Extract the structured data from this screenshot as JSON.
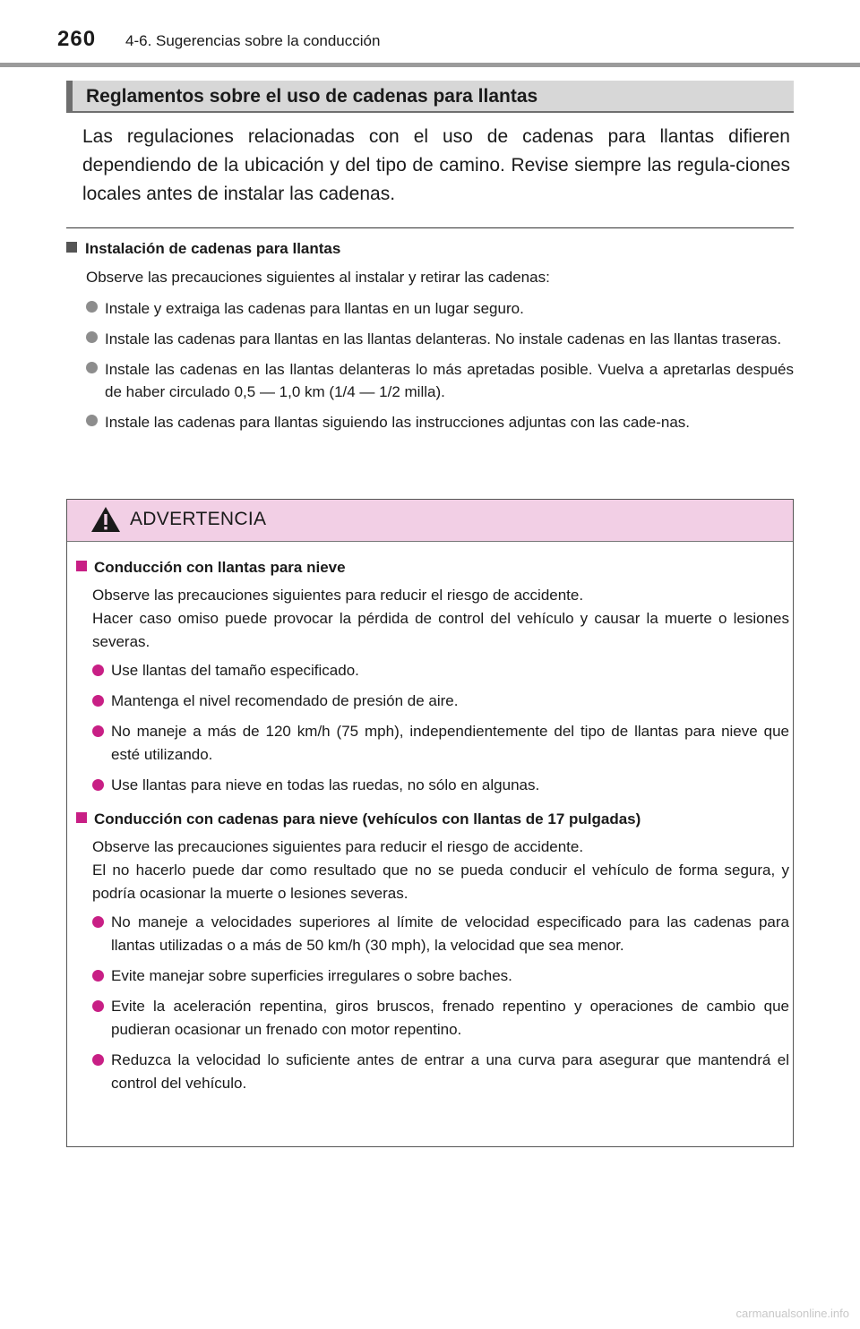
{
  "header": {
    "page_number": "260",
    "section_path": "4-6. Sugerencias sobre la conducción"
  },
  "section": {
    "title": "Reglamentos sobre el uso de cadenas para llantas",
    "intro": "Las regulaciones relacionadas con el uso de cadenas para llantas difieren dependiendo de la ubicación y del tipo de camino. Revise siempre las regula-ciones locales antes de instalar las cadenas."
  },
  "installation": {
    "title": "Instalación de cadenas para llantas",
    "intro": "Observe las precauciones siguientes al instalar y retirar las cadenas:",
    "bullets": [
      "Instale y extraiga las cadenas para llantas en un lugar seguro.",
      "Instale las cadenas para llantas en las llantas delanteras. No instale cadenas en las llantas traseras.",
      "Instale las cadenas en las llantas delanteras lo más apretadas posible. Vuelva a apretarlas después de haber circulado 0,5 — 1,0 km (1/4 — 1/2 milla).",
      "Instale las cadenas para llantas siguiendo las instrucciones adjuntas con las cade-nas."
    ]
  },
  "warning": {
    "label": "ADVERTENCIA",
    "accent_color": "#c81f85",
    "header_color": "#f2cfe5",
    "icon": "warning-triangle-icon",
    "sections": [
      {
        "title": "Conducción con llantas para nieve",
        "text_1": "Observe las precauciones siguientes para reducir el riesgo de accidente.",
        "text_2": "Hacer caso omiso puede provocar la pérdida de control del vehículo y causar la muerte o lesiones severas.",
        "bullets": [
          "Use llantas del tamaño especificado.",
          "Mantenga el nivel recomendado de presión de aire.",
          "No maneje a más de 120 km/h (75 mph), independientemente del tipo de llantas para nieve que esté utilizando.",
          "Use llantas para nieve en todas las ruedas, no sólo en algunas."
        ]
      },
      {
        "title": "Conducción con cadenas para nieve (vehículos con llantas de 17 pulgadas)",
        "text_1": "Observe las precauciones siguientes para reducir el riesgo de accidente.",
        "text_2": "El no hacerlo puede dar como resultado que no se pueda conducir el vehículo de forma segura, y podría ocasionar la muerte o lesiones severas.",
        "bullets": [
          "No maneje a velocidades superiores al límite de velocidad especificado para las cadenas para llantas utilizadas o a más de 50 km/h (30 mph), la velocidad que sea menor.",
          "Evite manejar sobre superficies irregulares o sobre baches.",
          "Evite la aceleración repentina, giros bruscos, frenado repentino y operaciones de cambio que pudieran ocasionar un frenado con motor repentino.",
          "Reduzca la velocidad lo suficiente antes de entrar a una curva para asegurar que mantendrá el control del vehículo."
        ]
      }
    ]
  },
  "footer": {
    "watermark": "carmanualsonline.info"
  }
}
